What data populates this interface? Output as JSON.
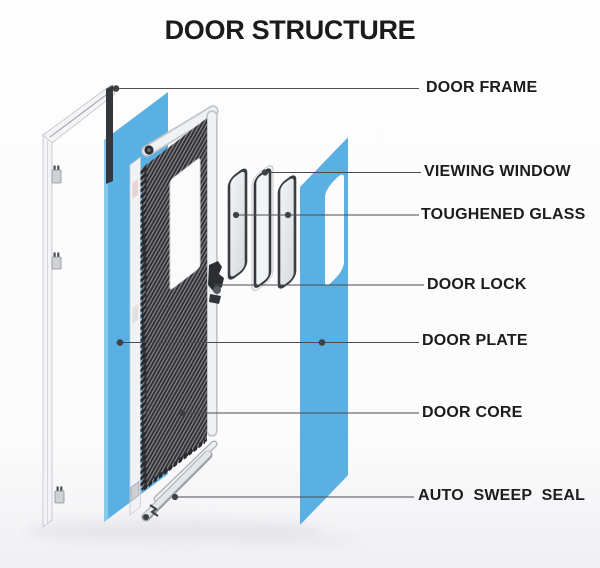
{
  "title": "DOOR STRUCTURE",
  "callouts": [
    {
      "id": "door-frame",
      "label": "DOOR FRAME"
    },
    {
      "id": "viewing-window",
      "label": "VIEWING WINDOW"
    },
    {
      "id": "toughened-glass",
      "label": "TOUGHENED GLASS"
    },
    {
      "id": "door-lock",
      "label": "DOOR LOCK"
    },
    {
      "id": "door-plate",
      "label": "DOOR PLATE"
    },
    {
      "id": "door-core",
      "label": "DOOR CORE"
    },
    {
      "id": "auto-sweep-seal",
      "label": "AUTO  SWEEP  SEAL"
    }
  ],
  "colors": {
    "panel_blue": "#5AB0E2",
    "panel_blue_edge": "#8CCBEC",
    "core_dark": "#323236",
    "core_stripe": "#8B8B91",
    "leader_line": "#4A4C50",
    "label_text": "#1C1C1E",
    "title_text": "#1B1B1D",
    "frame_white": "#F4F4F6",
    "frame_dark_edge": "#34383D"
  }
}
